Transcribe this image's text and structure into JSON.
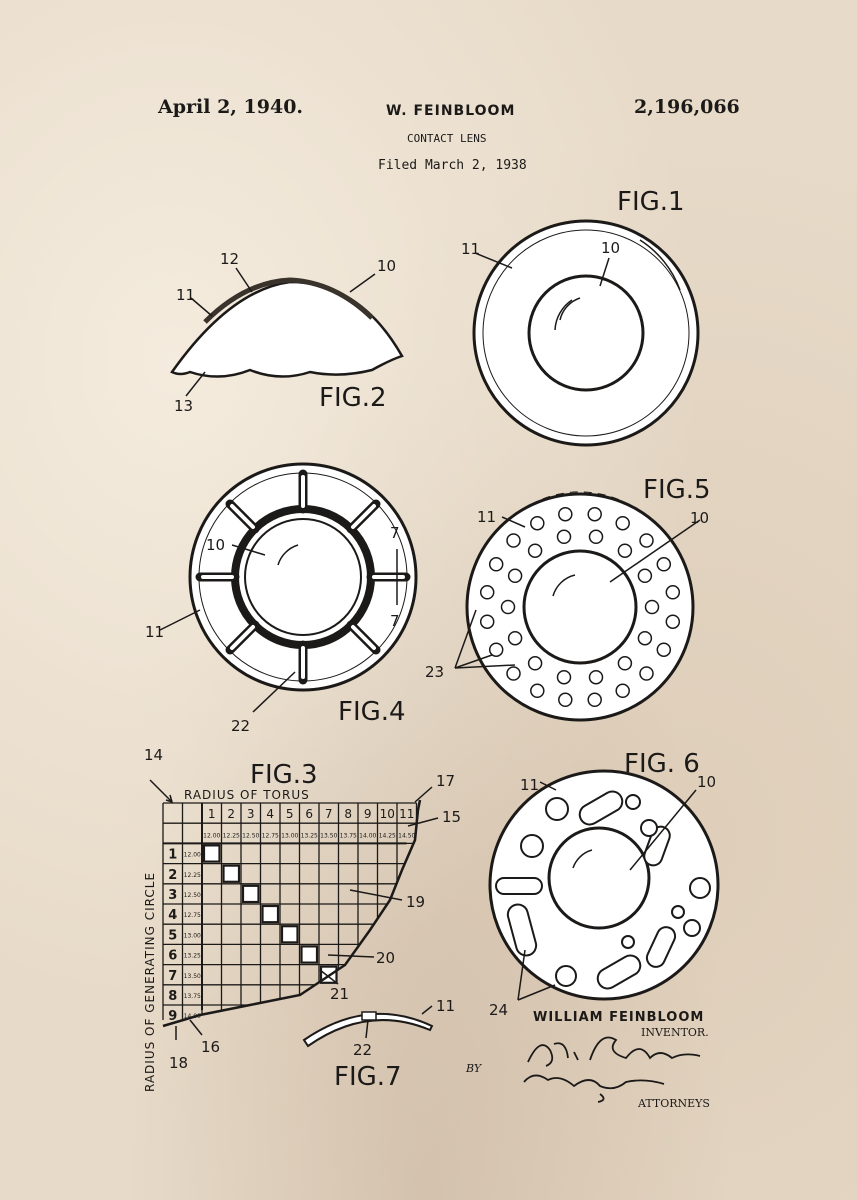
{
  "header": {
    "date": "April 2, 1940.",
    "inventor": "W. FEINBLOOM",
    "patent_number": "2,196,066",
    "title": "CONTACT LENS",
    "filed": "Filed March 2, 1938"
  },
  "figures": {
    "fig1": "FIG.1",
    "fig2": "FIG.2",
    "fig3": "FIG.3",
    "fig4": "FIG.4",
    "fig5": "FIG.5",
    "fig6": "FIG. 6",
    "fig7": "FIG.7"
  },
  "table": {
    "top_heading": "RADIUS OF TORUS",
    "side_heading": "RADIUS OF GENERATING CIRCLE",
    "columns": [
      "1",
      "2",
      "3",
      "4",
      "5",
      "6",
      "7",
      "8",
      "9",
      "10",
      "11"
    ],
    "column_values": [
      "12.00",
      "12.25",
      "12.50",
      "12.75",
      "13.00",
      "13.25",
      "13.50",
      "13.75",
      "14.00",
      "14.25",
      "14.50"
    ],
    "rows": [
      "1",
      "2",
      "3",
      "4",
      "5",
      "6",
      "7",
      "8",
      "9"
    ],
    "row_values": [
      "12.00",
      "12.25",
      "12.50",
      "12.75",
      "13.00",
      "13.25",
      "13.50",
      "13.75",
      "14.00"
    ]
  },
  "ref_numerals": {
    "fig1_outer": "11",
    "fig1_center": "10",
    "fig2_a": "12",
    "fig2_b": "10",
    "fig2_c": "11",
    "fig2_d": "13",
    "fig4_center": "10",
    "fig4_outer": "11",
    "fig4_slot": "22",
    "fig4_side_top": "7",
    "fig4_side_bot": "7",
    "fig5_outer": "11",
    "fig5_center": "10",
    "fig5_holes": "23",
    "fig3_14": "14",
    "fig3_17": "17",
    "fig3_15": "15",
    "fig3_19": "19",
    "fig3_20": "20",
    "fig3_21": "21",
    "fig3_18": "18",
    "fig3_16": "16",
    "fig6_outer": "11",
    "fig6_center": "10",
    "fig6_holes": "24",
    "fig7_a": "11",
    "fig7_b": "22"
  },
  "signature": {
    "name": "WILLIAM FEINBLOOM",
    "inventor_label": "INVENTOR.",
    "by": "BY",
    "attorneys": "ATTORNEYS"
  }
}
